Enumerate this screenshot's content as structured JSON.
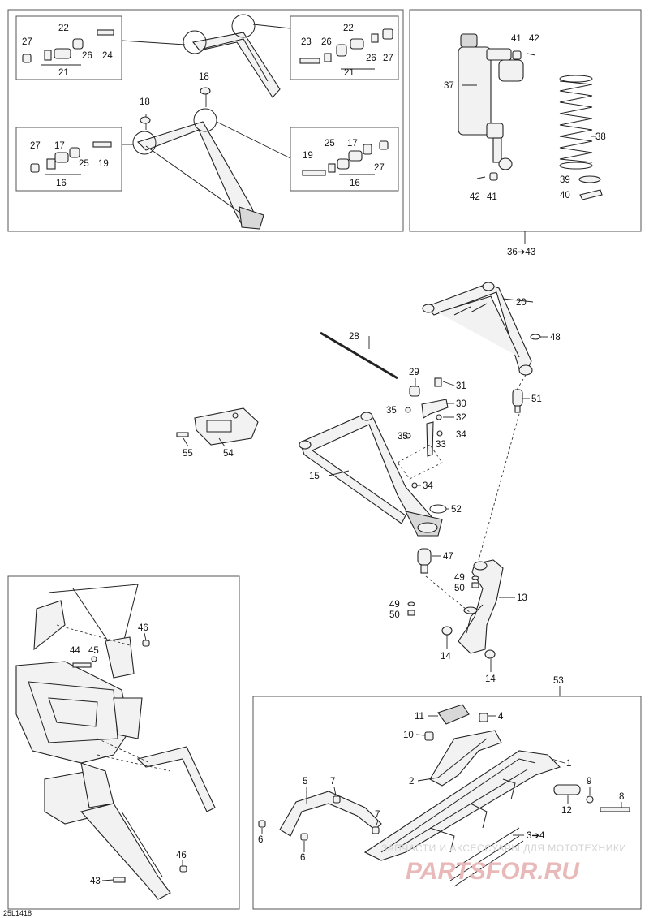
{
  "diagram": {
    "ref_code": "25L1418",
    "watermark": {
      "line1": "ЗАПЧАСТИ И АКСЕССУАРЫ ДЛЯ МОТОТЕХНИКИ",
      "line2": "PARTSFOR.RU"
    },
    "callouts": {
      "p1": "1",
      "p2": "2",
      "p3to4": "3➔4",
      "p4": "4",
      "p5": "5",
      "p6a": "6",
      "p6b": "6",
      "p7a": "7",
      "p7b": "7",
      "p8": "8",
      "p9": "9",
      "p10": "10",
      "p11": "11",
      "p12": "12",
      "p13": "13",
      "p14a": "14",
      "p14b": "14",
      "p15": "15",
      "p16a": "16",
      "p16b": "16",
      "p17a": "17",
      "p17b": "17",
      "p18a": "18",
      "p18b": "18",
      "p19a": "19",
      "p19b": "19",
      "p20": "20",
      "p21a": "21",
      "p21b": "21",
      "p22a": "22",
      "p22b": "22",
      "p23": "23",
      "p24": "24",
      "p25a": "25",
      "p25b": "25",
      "p26a": "26",
      "p26b": "26",
      "p27a": "27",
      "p27b": "27",
      "p27c": "27",
      "p27d": "27",
      "p28": "28",
      "p29": "29",
      "p30": "30",
      "p31": "31",
      "p32": "32",
      "p33": "33",
      "p34a": "34",
      "p34b": "34",
      "p35a": "35",
      "p35b": "35",
      "p36to43": "36➔43",
      "p37": "37",
      "p38": "38",
      "p39": "39",
      "p40": "40",
      "p41a": "41",
      "p41b": "41",
      "p42a": "42",
      "p42b": "42",
      "p43": "43",
      "p44": "44",
      "p45": "45",
      "p46a": "46",
      "p46b": "46",
      "p47": "47",
      "p48": "48",
      "p49a": "49",
      "p49b": "49",
      "p50a": "50",
      "p50b": "50",
      "p51": "51",
      "p52": "52",
      "p53": "53",
      "p54": "54",
      "p55": "55"
    }
  }
}
